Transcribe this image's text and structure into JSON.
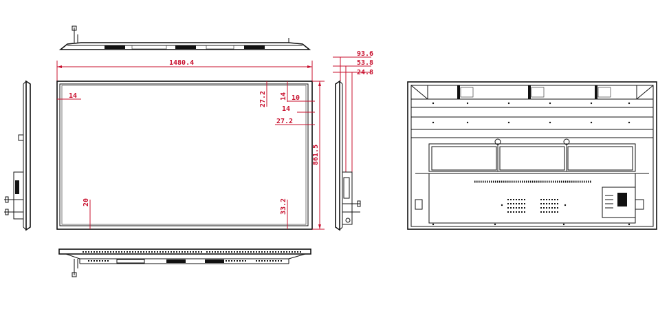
{
  "dimensions": {
    "overall_width": "1480.4",
    "overall_height": "861.5",
    "depth_total": "93.6",
    "depth_mid": "53.8",
    "depth_panel": "24.8",
    "bezel_left": "14",
    "bezel_top": "27.2",
    "bezel_top_right": "14",
    "bezel_right": "10",
    "bezel_inner_right": "14",
    "bezel_inner_top": "27.2",
    "bezel_bottom_left": "20",
    "bezel_bottom_right": "33.2"
  },
  "colors": {
    "dimension": "#c8102e",
    "outline": "#111111",
    "background": "#ffffff"
  }
}
